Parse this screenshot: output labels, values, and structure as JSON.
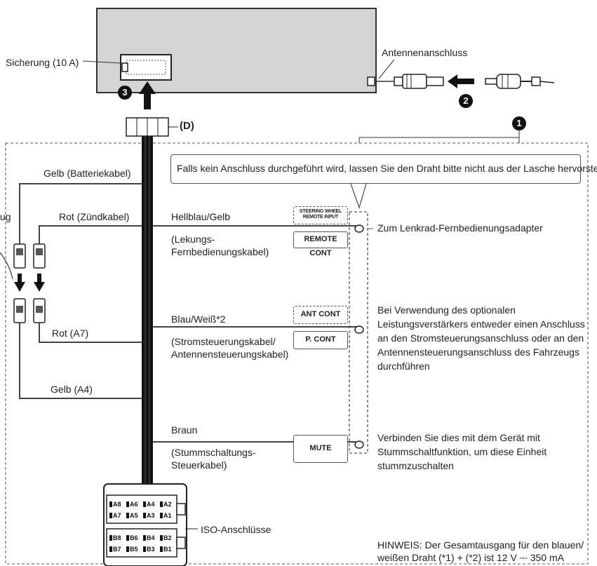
{
  "labels": {
    "fuse": "Sicherung (10 A)",
    "antenna": "Antennenanschluss",
    "connector_d": "(D)",
    "cutoff_left": "ug",
    "note": "Falls kein Anschluss durchgeführt wird, lassen Sie den Draht bitte nicht aus der Lasche hervorstehen.",
    "battery_wire": "Gelb (Batteriekabel)",
    "ignition_wire": "Rot (Zündkabel)",
    "red_a7": "Rot (A7)",
    "yellow_a4": "Gelb (A4)",
    "lightblue_yellow": "Hellblau/Gelb",
    "lightblue_sub": "(Lekungs-\nFernbedienungskabel)",
    "blue_white": "Blau/Weiß*2",
    "blue_white_sub": "(Stromsteuerungskabel/\nAntennensteuerungskabel)",
    "brown": "Braun",
    "brown_sub": "(Stummschaltungs-\nSteuerkabel)",
    "steering_remote": "Zum Lenkrad-Fernbedienungsadapter",
    "amp_desc": "Bei Verwendung des optionalen\nLeistungsverstärkers entweder einen Anschluss\nan den Stromsteuerungsanschluss oder an den\nAntennensteuerungsanschluss des Fahrzeugs\ndurchführen",
    "mute_desc": "Verbinden Sie dies mit dem Gerät mit\nStummschaltfunktion, um diese Einheit\nstummzuschalten",
    "iso": "ISO-Anschlüsse",
    "hinweis": "HINWEIS: Der Gesamtausgang für den blauen/\nweißen Draht (*1) + (*2) ist 12 V ⎓ 350 mA"
  },
  "terminals": {
    "steering_wheel": "STEERING WHEEL\nREMOTE INPUT",
    "remote_cont": "REMOTE CONT",
    "ant_cont": "ANT CONT",
    "p_cont": "P. CONT",
    "mute": "MUTE"
  },
  "callouts": [
    "1",
    "2",
    "3"
  ],
  "iso_pins": {
    "a_top": [
      "A8",
      "A6",
      "A4",
      "A2"
    ],
    "a_bottom": [
      "A7",
      "A5",
      "A3",
      "A1"
    ],
    "b_top": [
      "B8",
      "B6",
      "B4",
      "B2"
    ],
    "b_bottom": [
      "B7",
      "B5",
      "B3",
      "B1"
    ]
  },
  "colors": {
    "unit_fill": "#d4d4d4",
    "wire": "#444444",
    "bundle": "#111111",
    "dashed": "#777777"
  }
}
